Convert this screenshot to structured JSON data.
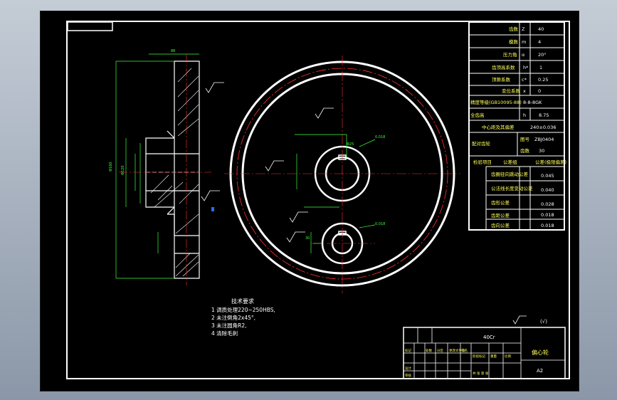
{
  "dims": [
    "88",
    "Φ160",
    "Φ120",
    "Φ25",
    "30",
    "0.018",
    "0.018"
  ],
  "tech": {
    "title": "技术要求",
    "items": [
      "1 调质处理220~250HBS,",
      "2 未注倒角2x45°,",
      "3 未注圆角R2,",
      "4 清除毛刺"
    ]
  },
  "params": [
    {
      "label": "齿数",
      "sym": "Z",
      "value": "40"
    },
    {
      "label": "模数",
      "sym": "m",
      "value": "4"
    },
    {
      "label": "压力角",
      "sym": "α",
      "value": "20°"
    },
    {
      "label": "齿顶高系数",
      "sym": "h*",
      "value": "1"
    },
    {
      "label": "顶隙系数",
      "sym": "c*",
      "value": "0.25"
    },
    {
      "label": "变位系数",
      "sym": "x",
      "value": "0"
    },
    {
      "label": "精度等级(GB10095-88)",
      "value": "8-8-8GK"
    },
    {
      "label": "全齿高",
      "sym": "h",
      "value": "8.75"
    },
    {
      "label": "中心距及其偏差",
      "value": "240±0.036"
    },
    {
      "label": "配对齿轮",
      "sym": "图号",
      "value": "ZBJ0404"
    },
    {
      "label": "齿数",
      "value": "30"
    },
    {
      "label": "检验项目",
      "sym": "公差组",
      "value": "公差(极限偏差)"
    },
    {
      "label": "齿圈径向跳动公差",
      "value": "0.045"
    },
    {
      "label": "公法线长度变动公差",
      "value": "0.040"
    },
    {
      "label": "齿形公差",
      "value": "0.028"
    },
    {
      "label": "齿距公差",
      "value": "0.018"
    },
    {
      "label": "齿向公差",
      "value": "0.018"
    }
  ],
  "roughness_note": "(√)",
  "title_block": {
    "material": "40Cr",
    "part_name": "偏心轮",
    "sheet": "A2",
    "cells": [
      "标记",
      "处数",
      "分区",
      "更改文件号",
      "签名",
      "阶段标记",
      "重量",
      "比例",
      "设计",
      "审核",
      "共 张 第 张"
    ]
  },
  "colors": {
    "canvas": "#000000",
    "lines": "#ffffff",
    "dimensions": "#3cff3c",
    "center_lines": "#ff3030",
    "table_text": "#ffff5a"
  }
}
